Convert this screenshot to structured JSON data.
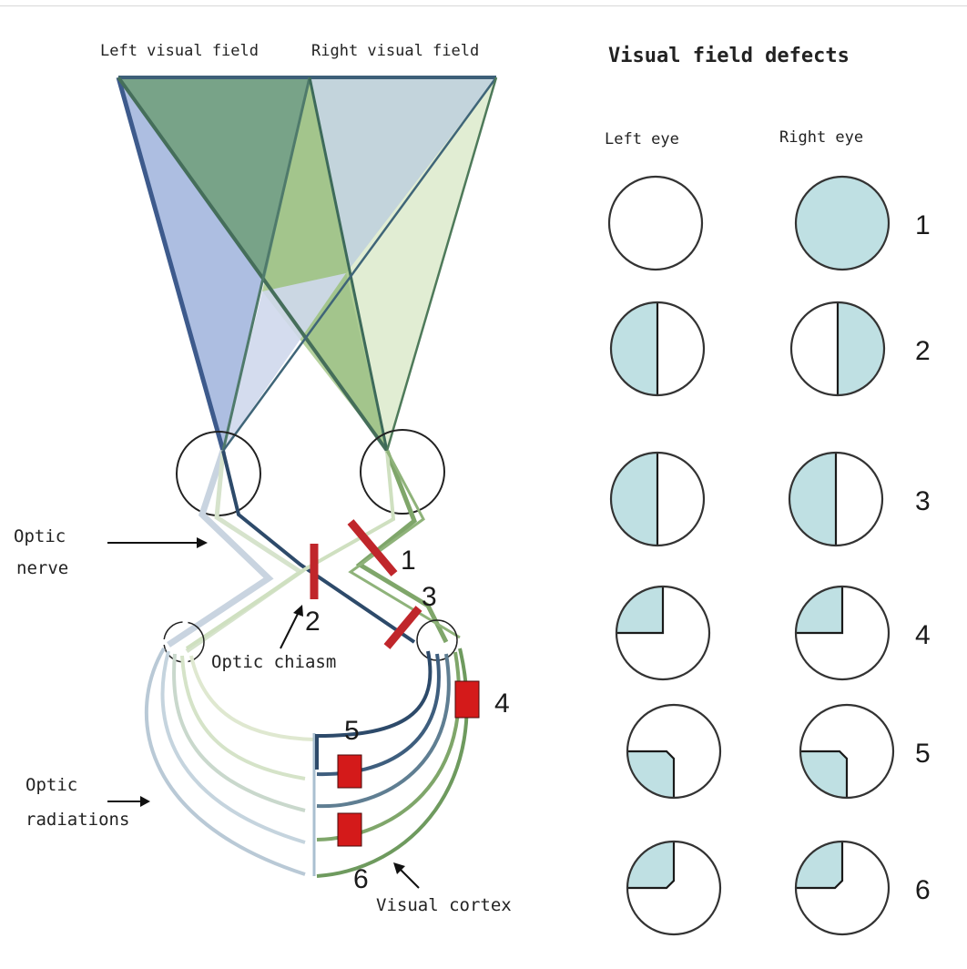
{
  "colors": {
    "blue_fill": "#9fb3dc",
    "blue_light": "#cfd8ec",
    "green_dark": "#6f9f78",
    "green_mid": "#a8c98c",
    "green_light": "#e4efd2",
    "grayblue": "#bccfd8",
    "lesion_red": "#c0262b",
    "lesion_box": "#d41a1a",
    "defect_fill": "#bfe0e3",
    "stroke_dark": "#2d4a6a",
    "stroke_green": "#6e9a5e"
  },
  "pathway": {
    "left_field_label": "Left visual field",
    "right_field_label": "Right visual field",
    "optic_nerve_label_line1": "Optic",
    "optic_nerve_label_line2": "nerve",
    "optic_chiasm_label": "Optic chiasm",
    "optic_radiations_label_line1": "Optic",
    "optic_radiations_label_line2": "radiations",
    "visual_cortex_label": "Visual cortex",
    "lesion_numbers": [
      "1",
      "2",
      "3",
      "4",
      "5",
      "6"
    ]
  },
  "defects": {
    "title": "Visual field defects",
    "left_eye_label": "Left eye",
    "right_eye_label": "Right eye",
    "rows": [
      {
        "number": "1",
        "left": "none",
        "right": "full"
      },
      {
        "number": "2",
        "left": "left-half",
        "right": "right-half"
      },
      {
        "number": "3",
        "left": "left-half",
        "right": "left-half"
      },
      {
        "number": "4",
        "left": "upper-left-quadrant",
        "right": "upper-left-quadrant"
      },
      {
        "number": "5",
        "left": "lower-left-quadrant-sparing",
        "right": "lower-left-quadrant-sparing"
      },
      {
        "number": "6",
        "left": "upper-left-quadrant-sparing",
        "right": "upper-left-quadrant-sparing"
      }
    ]
  }
}
